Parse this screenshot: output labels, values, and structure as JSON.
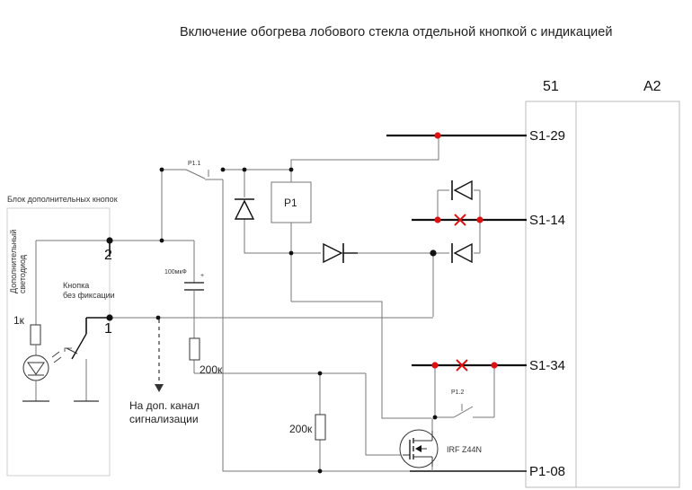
{
  "title": "Включение обогрева лобового стекла отдельной кнопкой с индикацией",
  "blocks": {
    "b51": "51",
    "a2": "A2",
    "button_block": "Блок дополнительных кнопок"
  },
  "pins": {
    "s1_29": "S1-29",
    "s1_14": "S1-14",
    "s1_34": "S1-34",
    "p1_08": "P1-08"
  },
  "labels": {
    "relay": "P1",
    "contact_p11": "P1.1",
    "contact_p12": "P1.2",
    "capacitor": "100мкФ",
    "plus": "+",
    "r_200k_top": "200к",
    "r_200k_bottom": "200к",
    "r_1k": "1к",
    "transistor": "IRF Z44N",
    "node_1": "1",
    "node_2": "2",
    "led_line1": "Дополнительный",
    "led_line2": "светодиод",
    "button_line1": "Кнопка",
    "button_line2": "без фиксации",
    "alarm_line1": "На доп. канал",
    "alarm_line2": "сигнализации"
  },
  "colors": {
    "wire": "#111111",
    "thin_wire": "#777777",
    "junction": "#dd1111",
    "frame": "#bbbbbb"
  }
}
